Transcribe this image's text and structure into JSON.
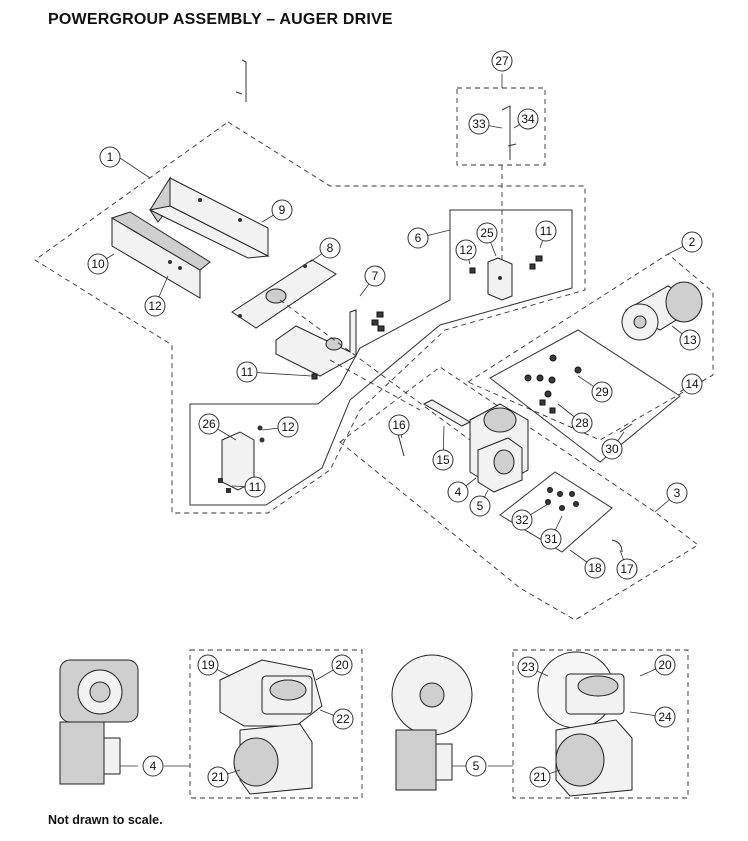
{
  "title": "POWERGROUP ASSEMBLY – AUGER DRIVE",
  "footnote": "Not drawn to scale.",
  "callouts": {
    "c1": "1",
    "c2": "2",
    "c3": "3",
    "c4": "4",
    "c5": "5",
    "c6": "6",
    "c7": "7",
    "c8": "8",
    "c9": "9",
    "c10": "10",
    "c11": "11",
    "c12": "12",
    "c13": "13",
    "c14": "14",
    "c15": "15",
    "c16": "16",
    "c17": "17",
    "c18": "18",
    "c19": "19",
    "c20": "20",
    "c21": "21",
    "c22": "22",
    "c23": "23",
    "c24": "24",
    "c25": "25",
    "c26": "26",
    "c27": "27",
    "c28": "28",
    "c29": "29",
    "c30": "30",
    "c31": "31",
    "c32": "32",
    "c33": "33",
    "c34": "34"
  },
  "colors": {
    "line": "#333333",
    "fill": "#f2f2f2",
    "shade": "#cfcfcf",
    "dark": "#3a3a3a"
  }
}
